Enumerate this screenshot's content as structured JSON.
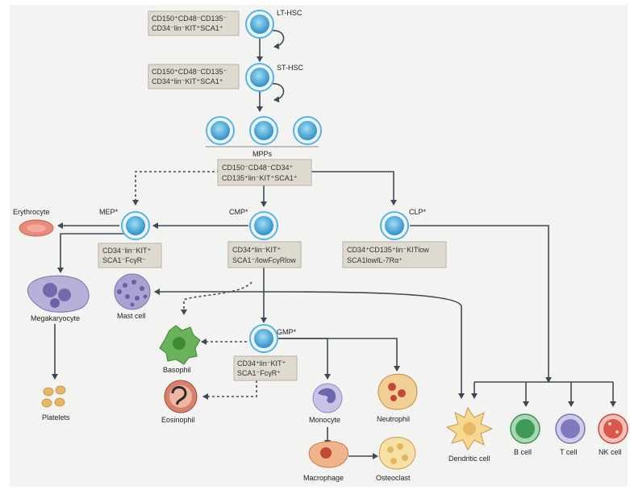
{
  "labels": {
    "lt_hsc": "LT-HSC",
    "st_hsc": "ST-HSC",
    "mpps": "MPPs",
    "mep": "MEP*",
    "cmp": "CMP*",
    "clp": "CLP*",
    "gmp": "GMP*",
    "erythrocyte": "Erythrocyte",
    "megakaryocyte": "Megakaryocyte",
    "platelets": "Platelets",
    "mast_cell": "Mast cell",
    "basophil": "Basophil",
    "eosinophil": "Eosinophil",
    "monocyte": "Monocyte",
    "neutrophil": "Neutrophil",
    "macrophage": "Macrophage",
    "osteoclast": "Osteoclast",
    "dendritic_cell": "Dendritic cell",
    "b_cell": "B cell",
    "t_cell": "T cell",
    "nk_cell": "NK cell"
  },
  "markers": {
    "lt_hsc": [
      "CD150⁺CD48⁻CD135⁻",
      "CD34⁻lin⁻KIT⁺SCA1⁺"
    ],
    "st_hsc": [
      "CD150⁺CD48⁻CD135⁻",
      "CD34⁺lin⁻KIT⁺SCA1⁺"
    ],
    "mpp": [
      "CD150⁻CD48⁻CD34⁺",
      "CD135⁺lin⁻KIT⁺SCA1⁺"
    ],
    "mep": [
      "CD34⁻lin⁻KIT⁺",
      "SCA1⁻FcγR⁻"
    ],
    "cmp": [
      "CD34⁺lin⁻KIT⁺",
      "SCA1⁻/lowFcγRlow"
    ],
    "clp": [
      "CD34⁺CD135⁺lin⁻KITlow",
      "SCA1lowIL-7Rα⁺"
    ],
    "gmp": [
      "CD34⁺lin⁻KIT⁺",
      "SCA1⁻FcγR⁺"
    ]
  },
  "colors": {
    "stem_cell_outer": "#5ab3de",
    "stem_cell_inner": "#2f8fc6",
    "arrow": "#3d4a55",
    "marker_box": "#dedad0",
    "erythrocyte": "#e98a7a",
    "megakaryocyte": "#9a8fc4",
    "platelets": "#e8b766",
    "mast_cell": "#8f86bf",
    "basophil": "#6bb35a",
    "eosinophil": "#c9664e",
    "monocyte": "#8d87c2",
    "neutrophil": "#e6b869",
    "macrophage": "#e89a6e",
    "osteoclast": "#f1cf8a",
    "dendritic_cell": "#f1c97a",
    "b_cell": "#4cae6a",
    "t_cell": "#8a86c7",
    "nk_cell": "#d9574f"
  }
}
